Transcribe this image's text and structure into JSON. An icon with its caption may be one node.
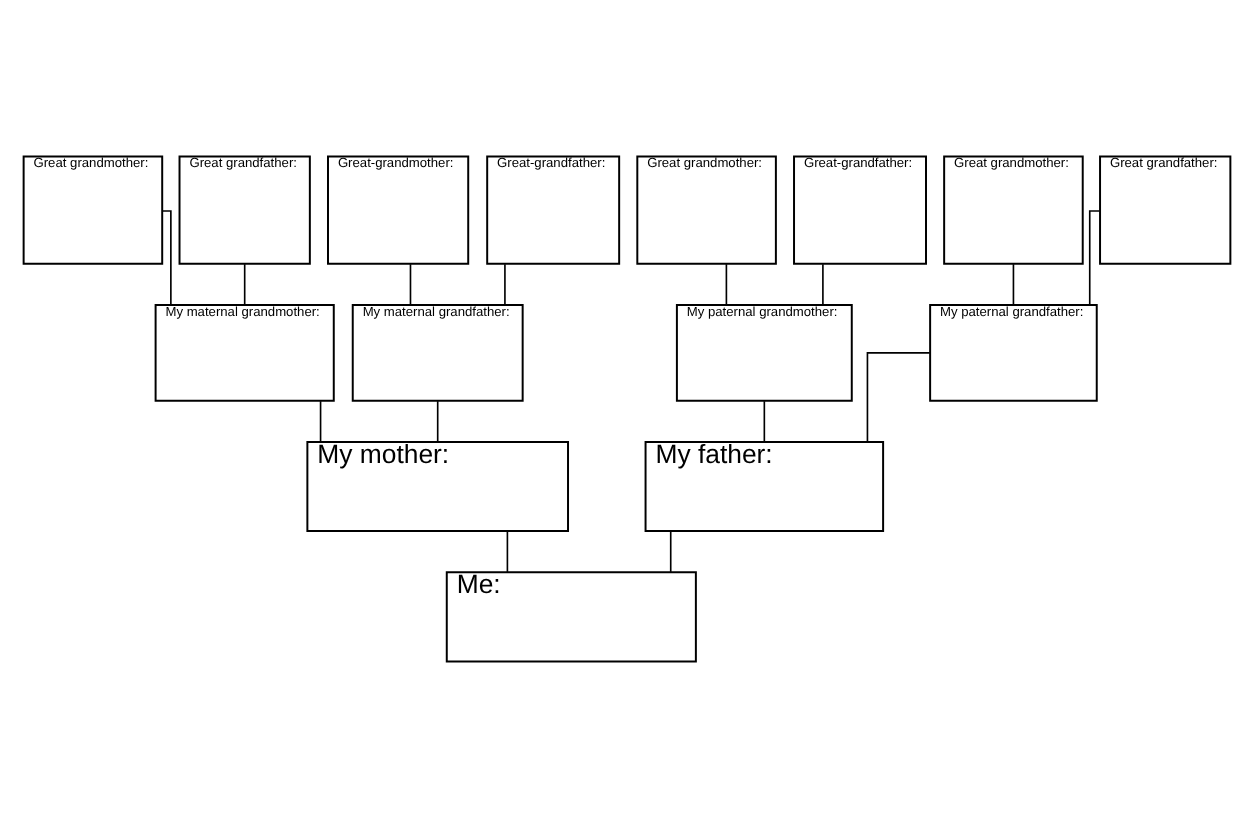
{
  "diagram": {
    "nodes": [
      {
        "text": [
          "Great grandmother:"
        ]
      },
      {
        "text": [
          "Great grandfather:"
        ]
      },
      {
        "text": [
          "Great-grandmother:"
        ]
      },
      {
        "text": [
          "Great-grandfather:"
        ]
      },
      {
        "text": [
          "Great grandmother:"
        ]
      },
      {
        "text": [
          "Great-grandfather:"
        ]
      },
      {
        "text": [
          "Great grandmother:"
        ]
      },
      {
        "text": [
          "Great grandfather:"
        ]
      },
      {
        "text": [
          "My maternal grandmother:"
        ]
      },
      {
        "text": [
          "My maternal grandfather:"
        ]
      },
      {
        "text": [
          "My paternal grandmother:"
        ]
      },
      {
        "text": [
          "My paternal grandfather:"
        ]
      },
      {
        "text": [
          "My mother:"
        ]
      },
      {
        "text": [
          "My father:"
        ]
      },
      {
        "text": [
          "Me:"
        ]
      }
    ],
    "edges": [
      {
        "from": 0,
        "to": 8,
        "arrow": "none"
      },
      {
        "from": 1,
        "to": 8,
        "arrow": "none"
      },
      {
        "from": 2,
        "to": 9,
        "arrow": "none"
      },
      {
        "from": 3,
        "to": 9,
        "arrow": "none"
      },
      {
        "from": 4,
        "to": 10,
        "arrow": "none"
      },
      {
        "from": 5,
        "to": 10,
        "arrow": "none"
      },
      {
        "from": 6,
        "to": 11,
        "arrow": "none"
      },
      {
        "from": 7,
        "to": 11,
        "arrow": "none"
      },
      {
        "from": 8,
        "to": 12,
        "arrow": "none"
      },
      {
        "from": 9,
        "to": 12,
        "arrow": "none"
      },
      {
        "from": 10,
        "to": 13,
        "arrow": "none"
      },
      {
        "from": 11,
        "to": 13,
        "arrow": "none"
      },
      {
        "from": 12,
        "to": 14,
        "arrow": "none"
      },
      {
        "from": 13,
        "to": 14,
        "arrow": "none"
      }
    ]
  }
}
